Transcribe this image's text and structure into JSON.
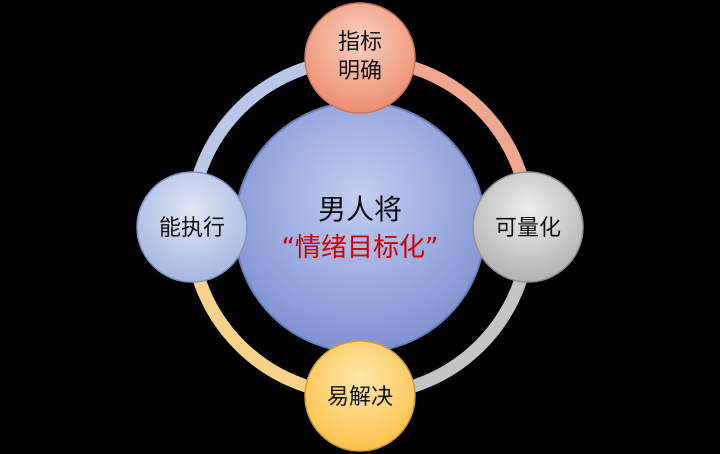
{
  "center": {
    "line1": "男人将",
    "line2": "“情绪目标化”"
  },
  "nodes": [
    {
      "id": "top",
      "lines": [
        "指标",
        "明确"
      ]
    },
    {
      "id": "right",
      "lines": [
        "可量化"
      ]
    },
    {
      "id": "bottom",
      "lines": [
        "易解决"
      ]
    },
    {
      "id": "left",
      "lines": [
        "能执行"
      ]
    }
  ],
  "colors": {
    "background": "#000000",
    "center_fill": "#8fa0d8",
    "top_fill": "#f0a088",
    "right_fill": "#c8c8c8",
    "bottom_fill": "#ffd070",
    "left_fill": "#b8c6e6",
    "emphasis_text": "#cc0000"
  }
}
